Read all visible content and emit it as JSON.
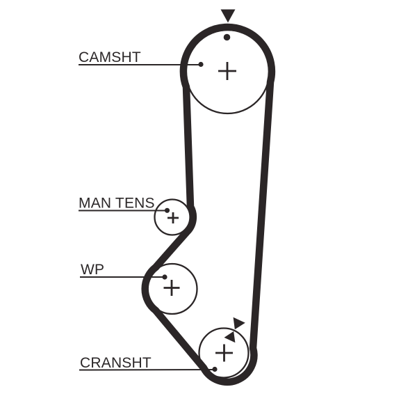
{
  "diagram": {
    "type": "timing-belt-routing-diagram",
    "background_color": "#ffffff",
    "line_color": "#2b2627",
    "labels": {
      "camshaft": "CAMSHT",
      "manual_tensioner": "MAN TENS",
      "water_pump": "WP",
      "crankshaft": "CRANSHT"
    },
    "marks": {
      "top_timing_mark": "down-triangle-icon",
      "camshaft_timing_mark": "filled-dot-icon",
      "crankshaft_timing_marks": "opposed-arrowheads-icon",
      "pulley_center_mark": "plus-cross-icon"
    }
  }
}
